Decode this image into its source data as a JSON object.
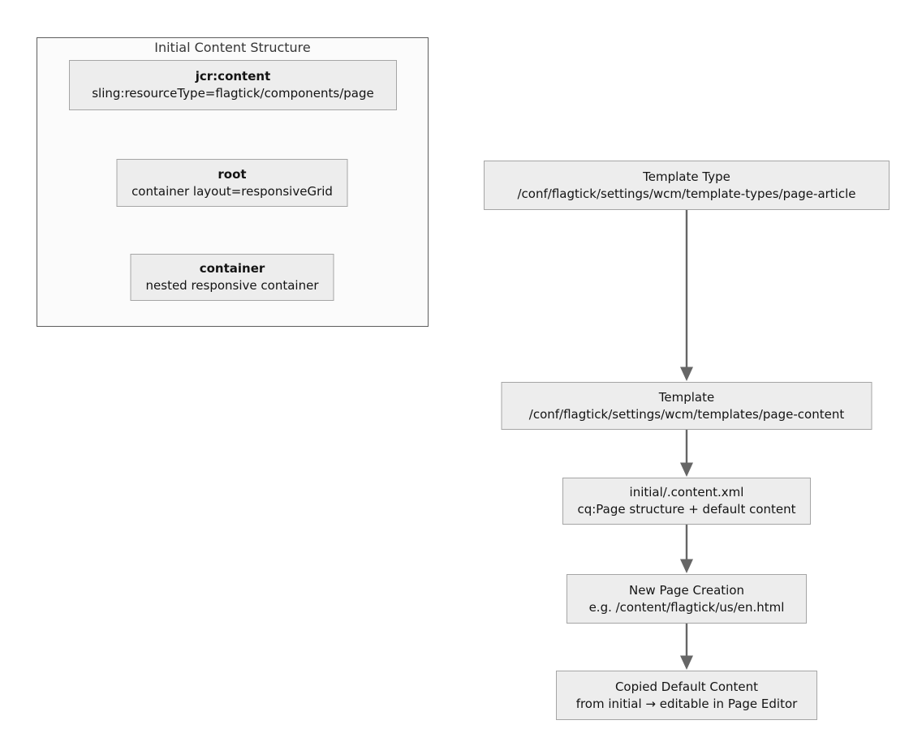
{
  "colors": {
    "page_bg": "#ffffff",
    "node_fill": "#ededed",
    "node_border": "#a5a5a5",
    "cluster_fill": "#fbfbfb",
    "cluster_border": "#5e5e5e",
    "arrow_color": "#666666",
    "text_color": "#141414",
    "title_color": "#363636"
  },
  "left_cluster": {
    "title": "Initial Content Structure",
    "nodes": [
      {
        "title": "jcr:content",
        "subtitle": "sling:resourceType=flagtick/components/page"
      },
      {
        "title": "root",
        "subtitle": "container layout=responsiveGrid"
      },
      {
        "title": "container",
        "subtitle": "nested responsive container"
      }
    ]
  },
  "right_flow": {
    "nodes": [
      {
        "title": "Template Type",
        "subtitle": "/conf/flagtick/settings/wcm/template-types/page-article"
      },
      {
        "title": "Template",
        "subtitle": "/conf/flagtick/settings/wcm/templates/page-content"
      },
      {
        "title": "initial/.content.xml",
        "subtitle": "cq:Page structure + default content"
      },
      {
        "title": "New Page Creation",
        "subtitle": "e.g. /content/flagtick/us/en.html"
      },
      {
        "title": "Copied Default Content",
        "subtitle": "from initial → editable in Page Editor"
      }
    ]
  }
}
